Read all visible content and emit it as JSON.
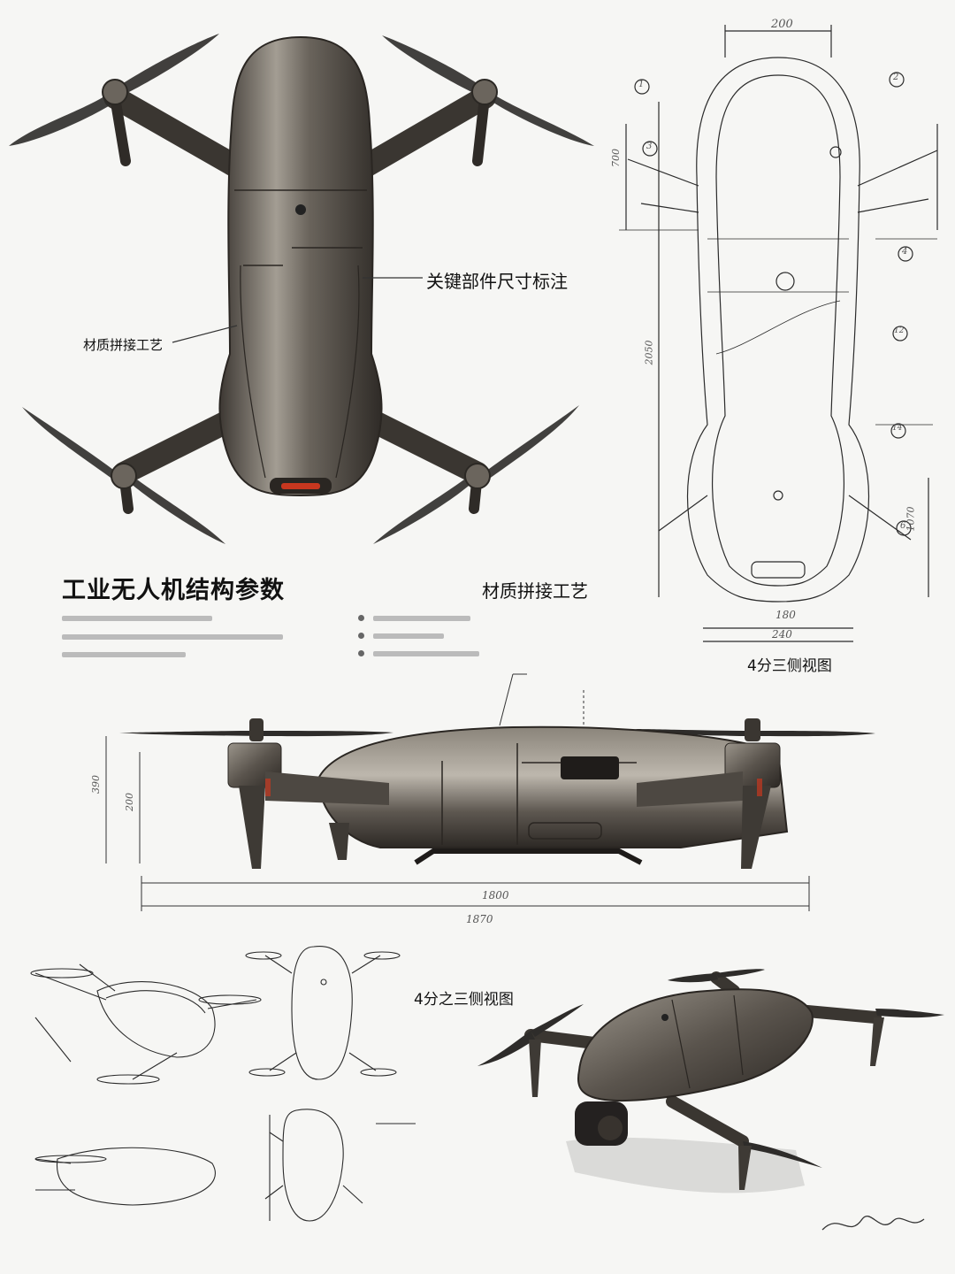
{
  "callouts": {
    "key_dimensions": "关键部件尺寸标注",
    "material_joint_left": "材质拼接工艺",
    "material_joint_heading": "材质拼接工艺",
    "three_quarter_view_a": "4分三侧视图",
    "three_quarter_view_b": "4分之三侧视图"
  },
  "section": {
    "title": "工业无人机结构参数"
  },
  "blueprint_dims": {
    "top_width": "200",
    "left_upper": "700",
    "left_middle": "2050",
    "right_lower": "1070",
    "bottom_inner": "180",
    "bottom_outer": "240",
    "side_height_outer": "390",
    "side_height_inner": "200",
    "side_length_inner": "1800",
    "side_length_outer": "1870",
    "circle_1": "1",
    "circle_2": "2",
    "circle_3": "3",
    "circle_4": "4",
    "circle_6": "6",
    "circle_12": "12",
    "circle_14": "14"
  },
  "colors": {
    "paper": "#f6f6f4",
    "metal_dark": "#4a4540",
    "metal_light": "#a8a39a",
    "accent_red": "#c8371f",
    "line": "#222222"
  }
}
